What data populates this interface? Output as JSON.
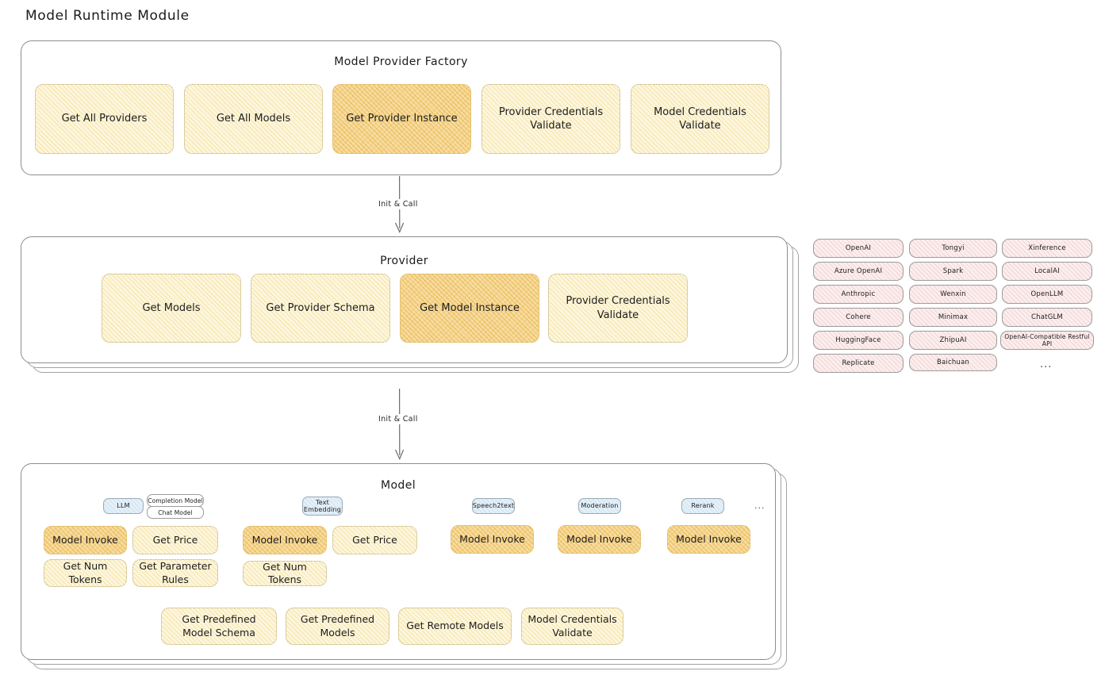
{
  "page": {
    "title": "Model Runtime Module"
  },
  "factory": {
    "title": "Model Provider Factory",
    "nodes": [
      {
        "label": "Get All Providers",
        "highlighted": false
      },
      {
        "label": "Get All Models",
        "highlighted": false
      },
      {
        "label": "Get Provider Instance",
        "highlighted": true
      },
      {
        "label": "Provider Credentials Validate",
        "highlighted": false
      },
      {
        "label": "Model Credentials Validate",
        "highlighted": false
      }
    ]
  },
  "arrows": [
    {
      "label": "Init & Call"
    },
    {
      "label": "Init & Call"
    }
  ],
  "provider": {
    "title": "Provider",
    "nodes": [
      {
        "label": "Get Models",
        "highlighted": false
      },
      {
        "label": "Get Provider Schema",
        "highlighted": false
      },
      {
        "label": "Get Model Instance",
        "highlighted": true
      },
      {
        "label": "Provider Credentials Validate",
        "highlighted": false
      }
    ]
  },
  "provider_list": {
    "column1": [
      "OpenAI",
      "Azure OpenAI",
      "Anthropic",
      "Cohere",
      "HuggingFace",
      "Replicate"
    ],
    "column2": [
      "Tongyi",
      "Spark",
      "Wenxin",
      "Minimax",
      "ZhipuAI",
      "Baichuan"
    ],
    "column3": [
      "Xinference",
      "LocalAI",
      "OpenLLM",
      "ChatGLM",
      "OpenAI-Compatible Restful API"
    ],
    "more": "..."
  },
  "model": {
    "title": "Model",
    "more": "...",
    "types": [
      {
        "name": "LLM",
        "subtypes": [
          "Completion Model",
          "Chat Model"
        ],
        "methods": [
          "Model Invoke",
          "Get Price",
          "Get Num Tokens",
          "Get Parameter Rules"
        ]
      },
      {
        "name": "Text Embedding",
        "subtypes": [],
        "methods": [
          "Model Invoke",
          "Get Price",
          "Get Num Tokens"
        ]
      },
      {
        "name": "Speech2text",
        "subtypes": [],
        "methods": [
          "Model Invoke"
        ]
      },
      {
        "name": "Moderation",
        "subtypes": [],
        "methods": [
          "Model Invoke"
        ]
      },
      {
        "name": "Rerank",
        "subtypes": [],
        "methods": [
          "Model Invoke"
        ]
      }
    ],
    "shared_methods": [
      "Get Predefined Model Schema",
      "Get Predefined Models",
      "Get Remote Models",
      "Model Credentials Validate"
    ]
  },
  "colors": {
    "node_fill": "#fdf6dd",
    "node_highlight": "#f8dca0",
    "chip_pink": "#fbeeee",
    "chip_blue": "#e5f0f8",
    "border": "#8d8d8d"
  }
}
